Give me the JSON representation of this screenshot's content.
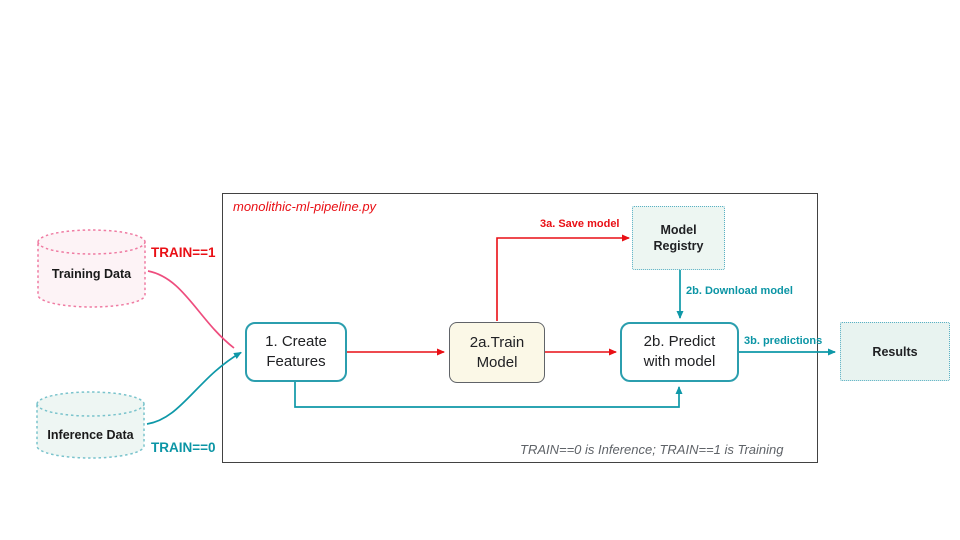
{
  "diagram": {
    "title": "monolithic-ml-pipeline.py",
    "caption": "TRAIN==0 is Inference; TRAIN==1 is Training",
    "nodes": {
      "training_data": {
        "label": "Training Data"
      },
      "inference_data": {
        "label": "Inference Data"
      },
      "create_features": {
        "label": "1. Create\nFeatures"
      },
      "train_model": {
        "label": "2a.Train\nModel"
      },
      "predict_with_model": {
        "label": "2b. Predict\nwith model"
      },
      "model_registry": {
        "label": "Model\nRegistry"
      },
      "results": {
        "label": "Results"
      }
    },
    "edge_labels": {
      "train_eq_1": "TRAIN==1",
      "train_eq_0": "TRAIN==0",
      "save_model": "3a. Save model",
      "download_model": "2b. Download model",
      "predictions": "3b. predictions"
    },
    "colors": {
      "red": "#e90f15",
      "pink_edge": "#ee4d7e",
      "teal": "#0e98a8",
      "node_border_teal": "#2b9eae",
      "dotted_node_border": "#58b0c4",
      "train_box_fill": "#fbf8e7",
      "registry_fill": "#edf6f2",
      "results_fill": "#e8f3f0",
      "training_cylinder_fill": "#fdf3f6",
      "training_cylinder_border": "#ef7ba2",
      "inference_cylinder_fill": "#eef6f3",
      "inference_cylinder_border": "#79c3cc",
      "caption_gray": "#5f6368",
      "boundary_border": "#424242"
    }
  }
}
